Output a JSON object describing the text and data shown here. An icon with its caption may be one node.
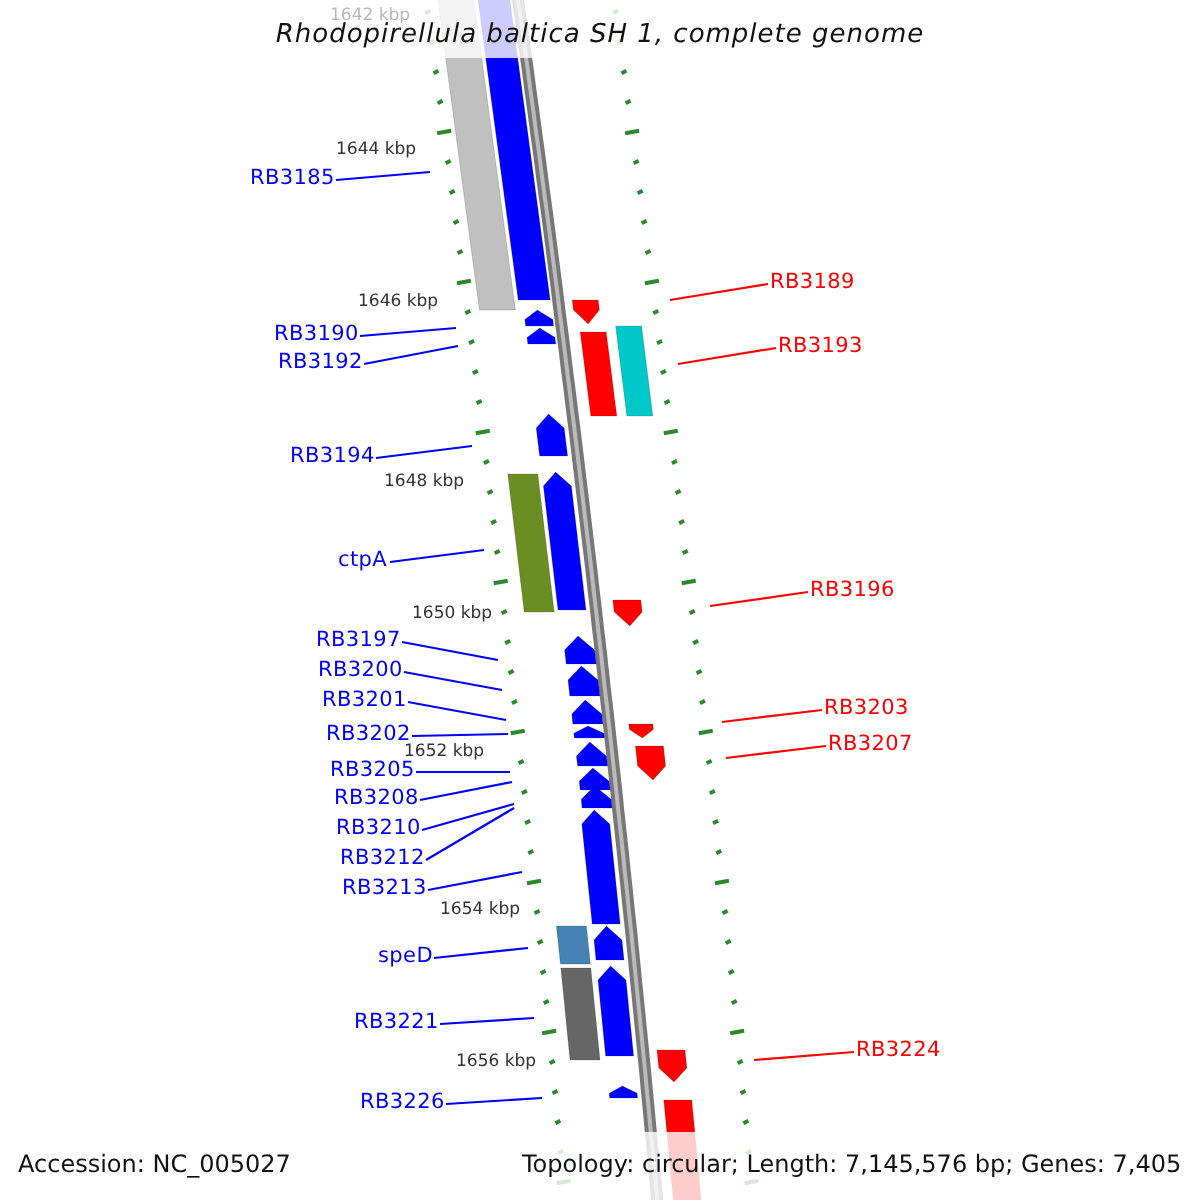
{
  "diagram": {
    "title": "Rhodopirellula baltica SH 1, complete genome",
    "nodes": [
      {
        "text": [
          "RB3185"
        ]
      },
      {
        "text": [
          "RB3189"
        ]
      },
      {
        "text": [
          "RB3190"
        ]
      },
      {
        "text": [
          "RB3193"
        ]
      },
      {
        "text": [
          "RB3192"
        ]
      },
      {
        "text": [
          "RB3194"
        ]
      },
      {
        "text": [
          "ctpA"
        ]
      },
      {
        "text": [
          "RB3196"
        ]
      },
      {
        "text": [
          "RB3197"
        ]
      },
      {
        "text": [
          "RB3200"
        ]
      },
      {
        "text": [
          "RB3201"
        ]
      },
      {
        "text": [
          "RB3203"
        ]
      },
      {
        "text": [
          "RB3202"
        ]
      },
      {
        "text": [
          "RB3207"
        ]
      },
      {
        "text": [
          "RB3205"
        ]
      },
      {
        "text": [
          "RB3208"
        ]
      },
      {
        "text": [
          "RB3210"
        ]
      },
      {
        "text": [
          "RB3212"
        ]
      },
      {
        "text": [
          "RB3213"
        ]
      },
      {
        "text": [
          "speD"
        ]
      },
      {
        "text": [
          "RB3221"
        ]
      },
      {
        "text": [
          "RB3224"
        ]
      },
      {
        "text": [
          "RB3226"
        ]
      }
    ],
    "edges": [
      {
        "from": 0,
        "to": null,
        "arrow": "none"
      },
      {
        "from": 1,
        "to": null,
        "arrow": "none",
        "color": "#ff0000"
      },
      {
        "from": 2,
        "to": null,
        "arrow": "none"
      },
      {
        "from": 3,
        "to": null,
        "arrow": "none",
        "color": "#ff0000"
      },
      {
        "from": 4,
        "to": null,
        "arrow": "none"
      },
      {
        "from": 5,
        "to": null,
        "arrow": "none"
      },
      {
        "from": 6,
        "to": null,
        "arrow": "none"
      },
      {
        "from": 7,
        "to": null,
        "arrow": "none",
        "color": "#ff0000"
      },
      {
        "from": 8,
        "to": null,
        "arrow": "none"
      },
      {
        "from": 9,
        "to": null,
        "arrow": "none"
      },
      {
        "from": 10,
        "to": null,
        "arrow": "none"
      },
      {
        "from": 11,
        "to": null,
        "arrow": "none",
        "color": "#ff0000"
      },
      {
        "from": 12,
        "to": null,
        "arrow": "none"
      },
      {
        "from": 13,
        "to": null,
        "arrow": "none",
        "color": "#ff0000"
      },
      {
        "from": 14,
        "to": null,
        "arrow": "none"
      },
      {
        "from": 15,
        "to": null,
        "arrow": "none"
      },
      {
        "from": 16,
        "to": null,
        "arrow": "none"
      },
      {
        "from": 17,
        "to": null,
        "arrow": "none"
      },
      {
        "from": 18,
        "to": null,
        "arrow": "none"
      },
      {
        "from": 19,
        "to": null,
        "arrow": "none"
      },
      {
        "from": 20,
        "to": null,
        "arrow": "none"
      },
      {
        "from": 21,
        "to": null,
        "arrow": "none",
        "color": "#ff0000"
      },
      {
        "from": 22,
        "to": null,
        "arrow": "none"
      }
    ],
    "labels": [
      "1642 kbp",
      "1644 kbp",
      "1646 kbp",
      "1648 kbp",
      "1650 kbp",
      "1652 kbp",
      "1654 kbp",
      "1656 kbp",
      "Accession: NC_005027",
      "Topology: circular; Length: 7,145,576 bp; Genes: 7,405"
    ]
  }
}
